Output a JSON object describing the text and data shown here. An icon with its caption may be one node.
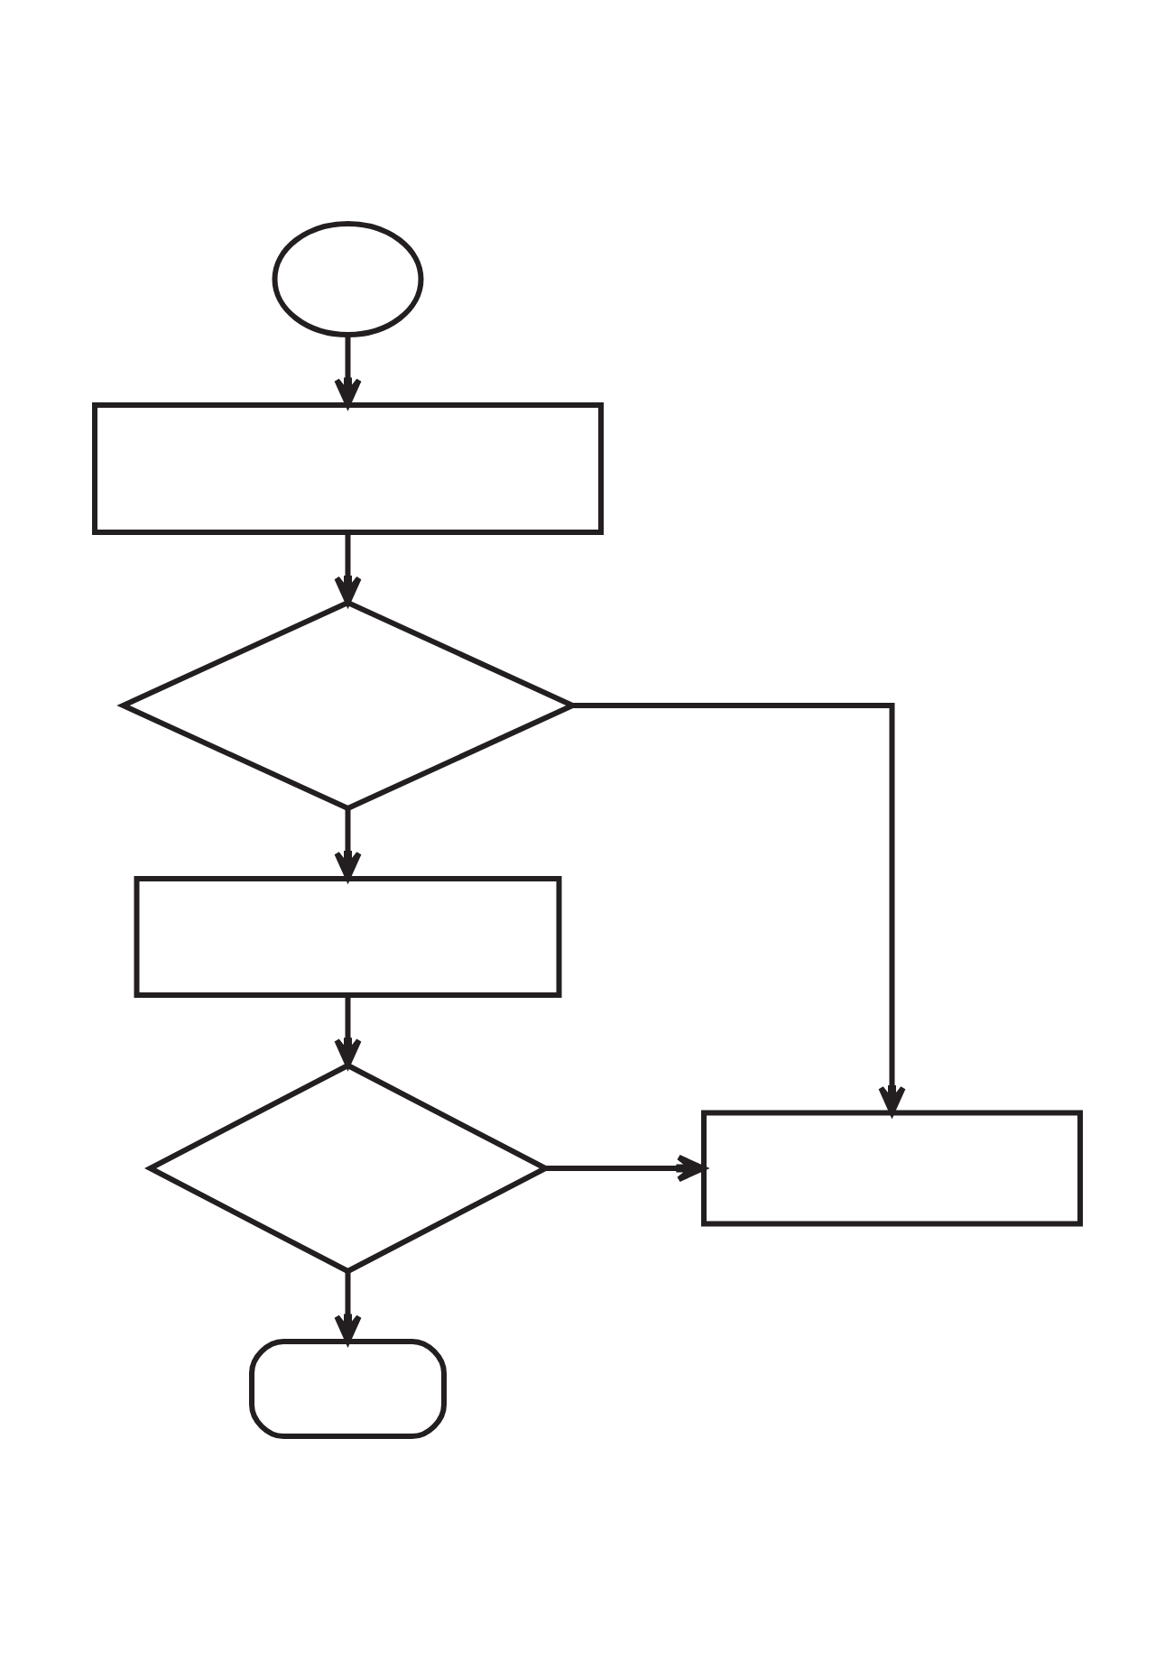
{
  "diagram": {
    "nodes": [
      {
        "text": [],
        "shape": "circle"
      },
      {
        "text": [],
        "shape": "box"
      },
      {
        "text": [],
        "shape": "diamond"
      },
      {
        "text": [],
        "shape": "box"
      },
      {
        "text": [],
        "shape": "diamond"
      },
      {
        "text": [],
        "shape": "box"
      },
      {
        "text": [],
        "shape": "capsule"
      }
    ],
    "edges": [
      {
        "from": 0,
        "to": 1,
        "arrow": "to"
      },
      {
        "from": 1,
        "to": 2,
        "arrow": "to"
      },
      {
        "from": 2,
        "to": 3,
        "arrow": "to"
      },
      {
        "from": 2,
        "to": 5,
        "arrow": "to"
      },
      {
        "from": 3,
        "to": 4,
        "arrow": "to"
      },
      {
        "from": 4,
        "to": 5,
        "arrow": "to"
      },
      {
        "from": 4,
        "to": 6,
        "arrow": "to"
      }
    ]
  }
}
